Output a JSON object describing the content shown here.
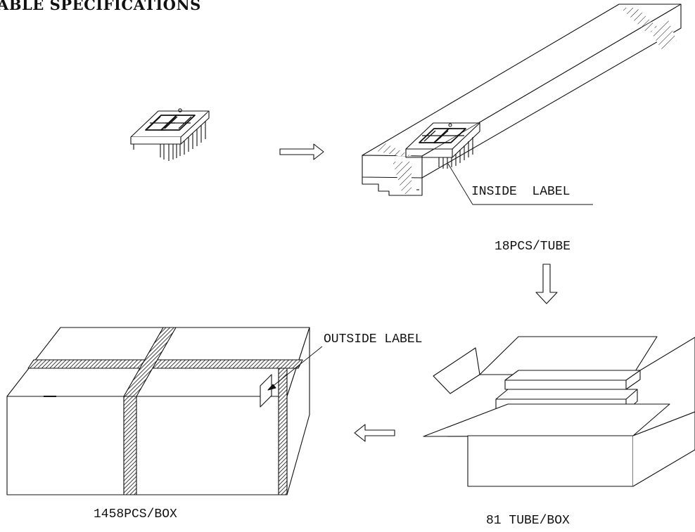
{
  "title": "ABLE SPECIFICATIONS",
  "labels": {
    "inside_label": "INSIDE  LABEL",
    "pcs_per_tube": "18PCS/TUBE",
    "outside_label": "OUTSIDE LABEL",
    "pcs_per_box": "1458PCS/BOX",
    "tube_per_box": "81 TUBE/BOX"
  },
  "colors": {
    "ink": "#111111",
    "paper": "#ffffff"
  }
}
